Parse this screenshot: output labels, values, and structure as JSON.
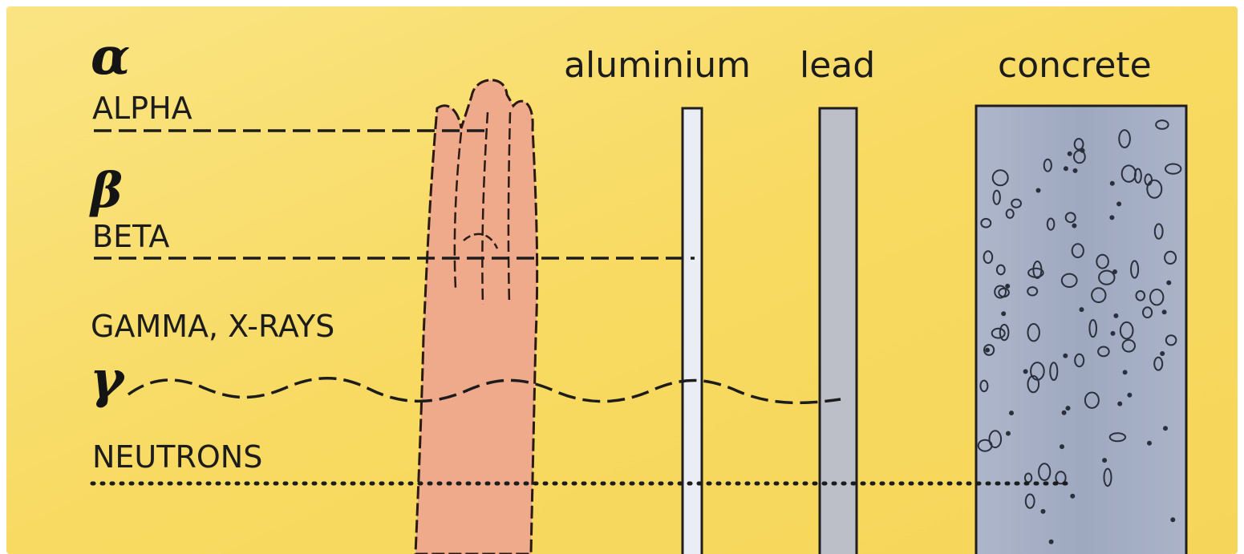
{
  "radiation": {
    "alpha": {
      "symbol": "α",
      "label": "ALPHA"
    },
    "beta": {
      "symbol": "β",
      "label": "BETA"
    },
    "gamma": {
      "symbol": "γ",
      "label": "GAMMA, X-RAYS"
    },
    "neutrons": {
      "label": "NEUTRONS"
    }
  },
  "barriers": {
    "aluminium": "aluminium",
    "lead": "lead",
    "concrete": "concrete"
  },
  "colors": {
    "background": "#f8dc6a",
    "hand": "#eea98c",
    "aluminium": "#e8ecf4",
    "lead": "#b9bcc4",
    "concrete": "#a4adc2",
    "ink": "#1c1c1c"
  }
}
